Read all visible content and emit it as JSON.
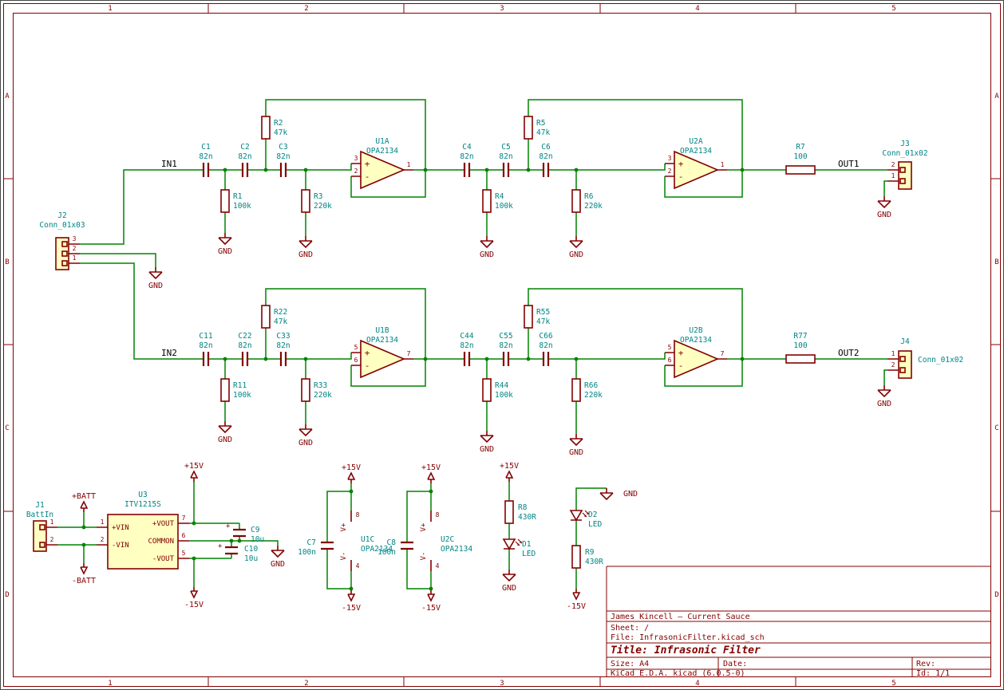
{
  "frame": {
    "columns": [
      "1",
      "2",
      "3",
      "4",
      "5"
    ],
    "rows": [
      "A",
      "B",
      "C",
      "D"
    ]
  },
  "title_block": {
    "comment": "James Kincell — Current Sauce",
    "sheet_label": "Sheet: /",
    "file_label": "File: InfrasonicFilter.kicad_sch",
    "title_label": "Title: Infrasonic Filter",
    "size_label": "Size: A4",
    "date_label": "Date:",
    "rev_label": "Rev:",
    "tool_label": "KiCad E.D.A.  kicad (6.0.5-0)",
    "id_label": "Id: 1/1"
  },
  "net_labels": {
    "in1": "IN1",
    "in2": "IN2",
    "out1": "OUT1",
    "out2": "OUT2"
  },
  "power_labels": {
    "p15": "+15V",
    "n15": "-15V",
    "gnd": "GND",
    "pbatt": "+BATT",
    "nbatt": "-BATT"
  },
  "pin_numbers": {
    "n1": "1",
    "n2": "2",
    "n3": "3",
    "n4": "4",
    "n5": "5",
    "n6": "6",
    "n7": "7",
    "n8": "8"
  },
  "signs": {
    "plus": "+",
    "minus": "-"
  },
  "opamp_power": {
    "vplus": "V+",
    "vminus": "V-"
  },
  "components": {
    "C1": {
      "ref": "C1",
      "value": "82n"
    },
    "C2": {
      "ref": "C2",
      "value": "82n"
    },
    "C3": {
      "ref": "C3",
      "value": "82n"
    },
    "C4": {
      "ref": "C4",
      "value": "82n"
    },
    "C5": {
      "ref": "C5",
      "value": "82n"
    },
    "C6": {
      "ref": "C6",
      "value": "82n"
    },
    "C11": {
      "ref": "C11",
      "value": "82n"
    },
    "C22": {
      "ref": "C22",
      "value": "82n"
    },
    "C33": {
      "ref": "C33",
      "value": "82n"
    },
    "C44": {
      "ref": "C44",
      "value": "82n"
    },
    "C55": {
      "ref": "C55",
      "value": "82n"
    },
    "C66": {
      "ref": "C66",
      "value": "82n"
    },
    "R1": {
      "ref": "R1",
      "value": "100k"
    },
    "R2": {
      "ref": "R2",
      "value": "47k"
    },
    "R3": {
      "ref": "R3",
      "value": "220k"
    },
    "R4": {
      "ref": "R4",
      "value": "100k"
    },
    "R5": {
      "ref": "R5",
      "value": "47k"
    },
    "R6": {
      "ref": "R6",
      "value": "220k"
    },
    "R7": {
      "ref": "R7",
      "value": "100"
    },
    "R8": {
      "ref": "R8",
      "value": "430R"
    },
    "R9": {
      "ref": "R9",
      "value": "430R"
    },
    "R11": {
      "ref": "R11",
      "value": "100k"
    },
    "R22": {
      "ref": "R22",
      "value": "47k"
    },
    "R33": {
      "ref": "R33",
      "value": "220k"
    },
    "R44": {
      "ref": "R44",
      "value": "100k"
    },
    "R55": {
      "ref": "R55",
      "value": "47k"
    },
    "R66": {
      "ref": "R66",
      "value": "220k"
    },
    "R77": {
      "ref": "R77",
      "value": "100"
    },
    "U1A": {
      "ref": "U1A",
      "value": "OPA2134"
    },
    "U2A": {
      "ref": "U2A",
      "value": "OPA2134"
    },
    "U1B": {
      "ref": "U1B",
      "value": "OPA2134"
    },
    "U2B": {
      "ref": "U2B",
      "value": "OPA2134"
    },
    "U1C": {
      "ref": "U1C",
      "value": "OPA2134"
    },
    "U2C": {
      "ref": "U2C",
      "value": "OPA2134"
    },
    "U3": {
      "ref": "U3",
      "value": "ITV1215S",
      "pins": {
        "vin_p": "+VIN",
        "vin_n": "-VIN",
        "vout_p": "+VOUT",
        "common": "COMMON",
        "vout_n": "-VOUT"
      }
    },
    "J1": {
      "ref": "J1",
      "value": "BattIn"
    },
    "J2": {
      "ref": "J2",
      "value": "Conn_01x03"
    },
    "J3": {
      "ref": "J3",
      "value": "Conn_01x02"
    },
    "J4": {
      "ref": "J4",
      "value": "Conn_01x02"
    },
    "D1": {
      "ref": "D1",
      "value": "LED"
    },
    "D2": {
      "ref": "D2",
      "value": "LED"
    },
    "C7": {
      "ref": "C7",
      "value": "100n"
    },
    "C8": {
      "ref": "C8",
      "value": "100n"
    },
    "C9": {
      "ref": "C9",
      "value": "10u"
    },
    "C10": {
      "ref": "C10",
      "value": "10u"
    }
  }
}
